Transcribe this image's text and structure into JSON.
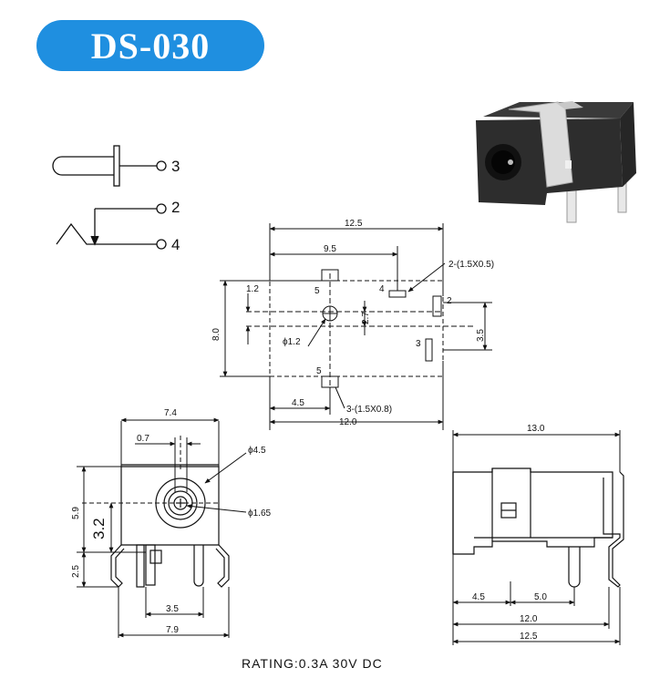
{
  "title": "DS-030",
  "rating": "RATING:0.3A 30V DC",
  "schematic": {
    "pins": [
      "3",
      "2",
      "4"
    ]
  },
  "top_view": {
    "dims": {
      "w125": "12.5",
      "w95": "9.5",
      "slot2": "2-(1.5X0.5)",
      "d12": "1.2",
      "d27": "2.7",
      "d80": "8.0",
      "d35": "3.5",
      "hole": "ϕ1.2",
      "d45": "4.5",
      "slot3": "3-(1.5X0.8)",
      "w120": "12.0"
    },
    "pins": {
      "p5a": "5",
      "p4": "4",
      "p2": "2",
      "p3": "3",
      "p5b": "5"
    }
  },
  "front_view": {
    "dims": {
      "w74": "7.4",
      "d07": "0.7",
      "dia45": "ϕ4.5",
      "dia165": "ϕ1.65",
      "h59": "5.9",
      "h32": "3.2",
      "h25": "2.5",
      "w35": "3.5",
      "w79": "7.9"
    }
  },
  "side_view": {
    "dims": {
      "w130": "13.0",
      "d45": "4.5",
      "d50": "5.0",
      "w120": "12.0",
      "w125": "12.5"
    }
  },
  "photo": {
    "name": "DS-030 DC power jack product photo"
  }
}
